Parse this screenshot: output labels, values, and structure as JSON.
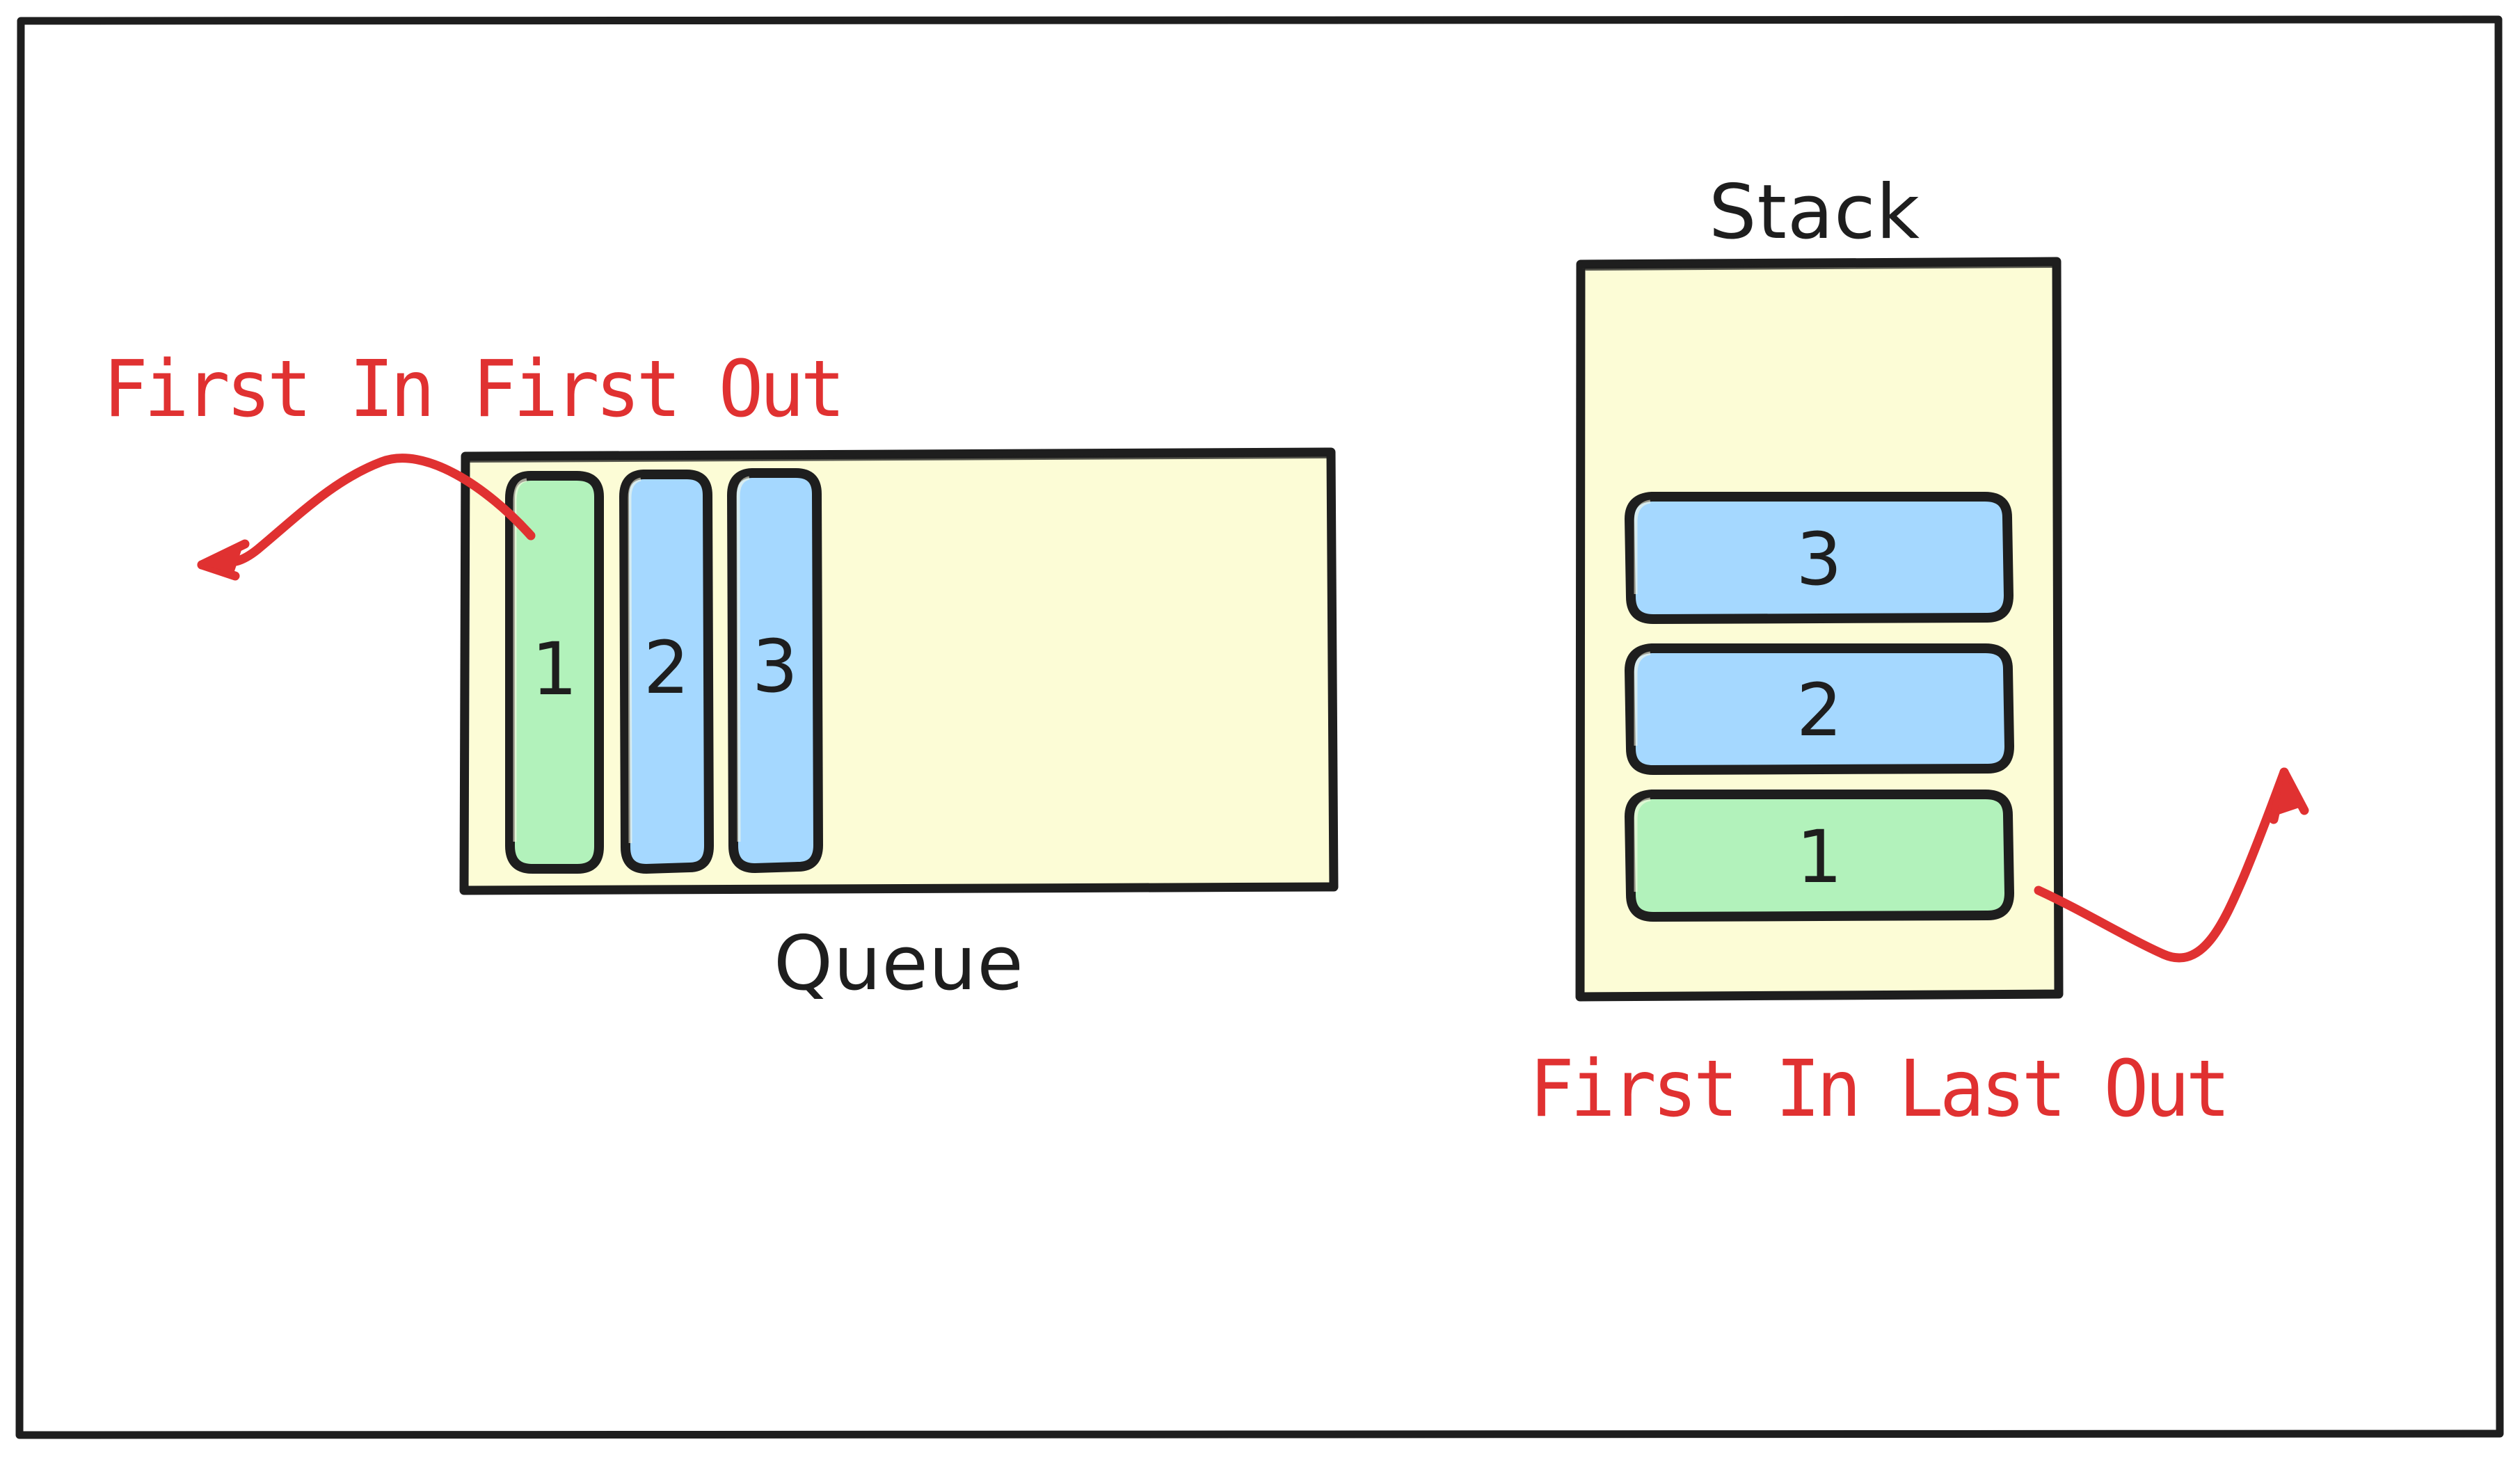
{
  "diagram": {
    "title_visible": false,
    "frame": {
      "name": "outer-border"
    },
    "colors": {
      "container_fill": "#fcfcd6",
      "stroke": "#1e1e1e",
      "item_blue": "#a5d8ff",
      "item_green": "#b2f2bb",
      "annotation_red": "#e03131",
      "text_dark": "#1e1e1e",
      "background": "#ffffff"
    },
    "queue": {
      "label": "Queue",
      "annotation": "First In First Out",
      "items": [
        {
          "value": "1",
          "fill": "#b2f2bb"
        },
        {
          "value": "2",
          "fill": "#a5d8ff"
        },
        {
          "value": "3",
          "fill": "#a5d8ff"
        }
      ],
      "arrow": {
        "name": "fifo-arrow",
        "direction": "out-to-left"
      }
    },
    "stack": {
      "label": "Stack",
      "annotation": "First In Last Out",
      "items": [
        {
          "value": "3",
          "fill": "#a5d8ff"
        },
        {
          "value": "2",
          "fill": "#a5d8ff"
        },
        {
          "value": "1",
          "fill": "#b2f2bb"
        }
      ],
      "arrow": {
        "name": "filo-arrow",
        "direction": "out-to-upper-right"
      }
    }
  }
}
